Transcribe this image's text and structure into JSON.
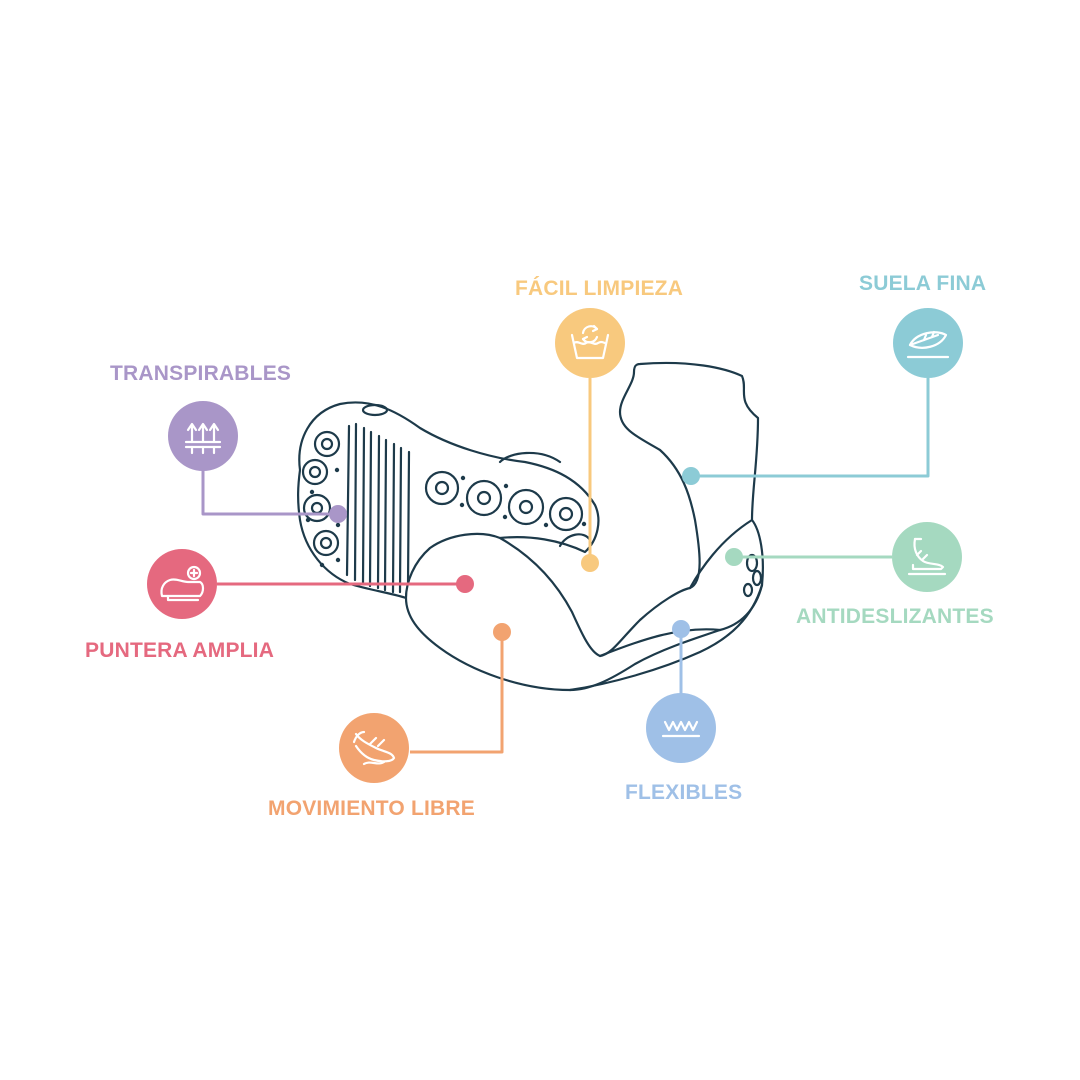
{
  "features": {
    "transpirables": {
      "label": "TRANSPIRABLES",
      "color": "#a996c8",
      "icon": "breathable-arrows-icon"
    },
    "puntera_amplia": {
      "label": "PUNTERA AMPLIA",
      "color": "#e5697f",
      "icon": "wide-toe-foot-icon"
    },
    "facil_limpieza": {
      "label": "FÁCIL LIMPIEZA",
      "color": "#f8c97e",
      "icon": "washing-basin-icon"
    },
    "movimiento_libre": {
      "label": "MOVIMIENTO LIBRE",
      "color": "#f2a370",
      "icon": "foot-motion-icon"
    },
    "flexibles": {
      "label": "FLEXIBLES",
      "color": "#9fc0e7",
      "icon": "flexible-wave-icon"
    },
    "suela_fina": {
      "label": "SUELA FINA",
      "color": "#8ccbd6",
      "icon": "thin-sole-feather-icon"
    },
    "antideslizantes": {
      "label": "ANTIDESLIZANTES",
      "color": "#a5d9c0",
      "icon": "non-slip-foot-icon"
    }
  },
  "outline_color": "#1d3a4a"
}
